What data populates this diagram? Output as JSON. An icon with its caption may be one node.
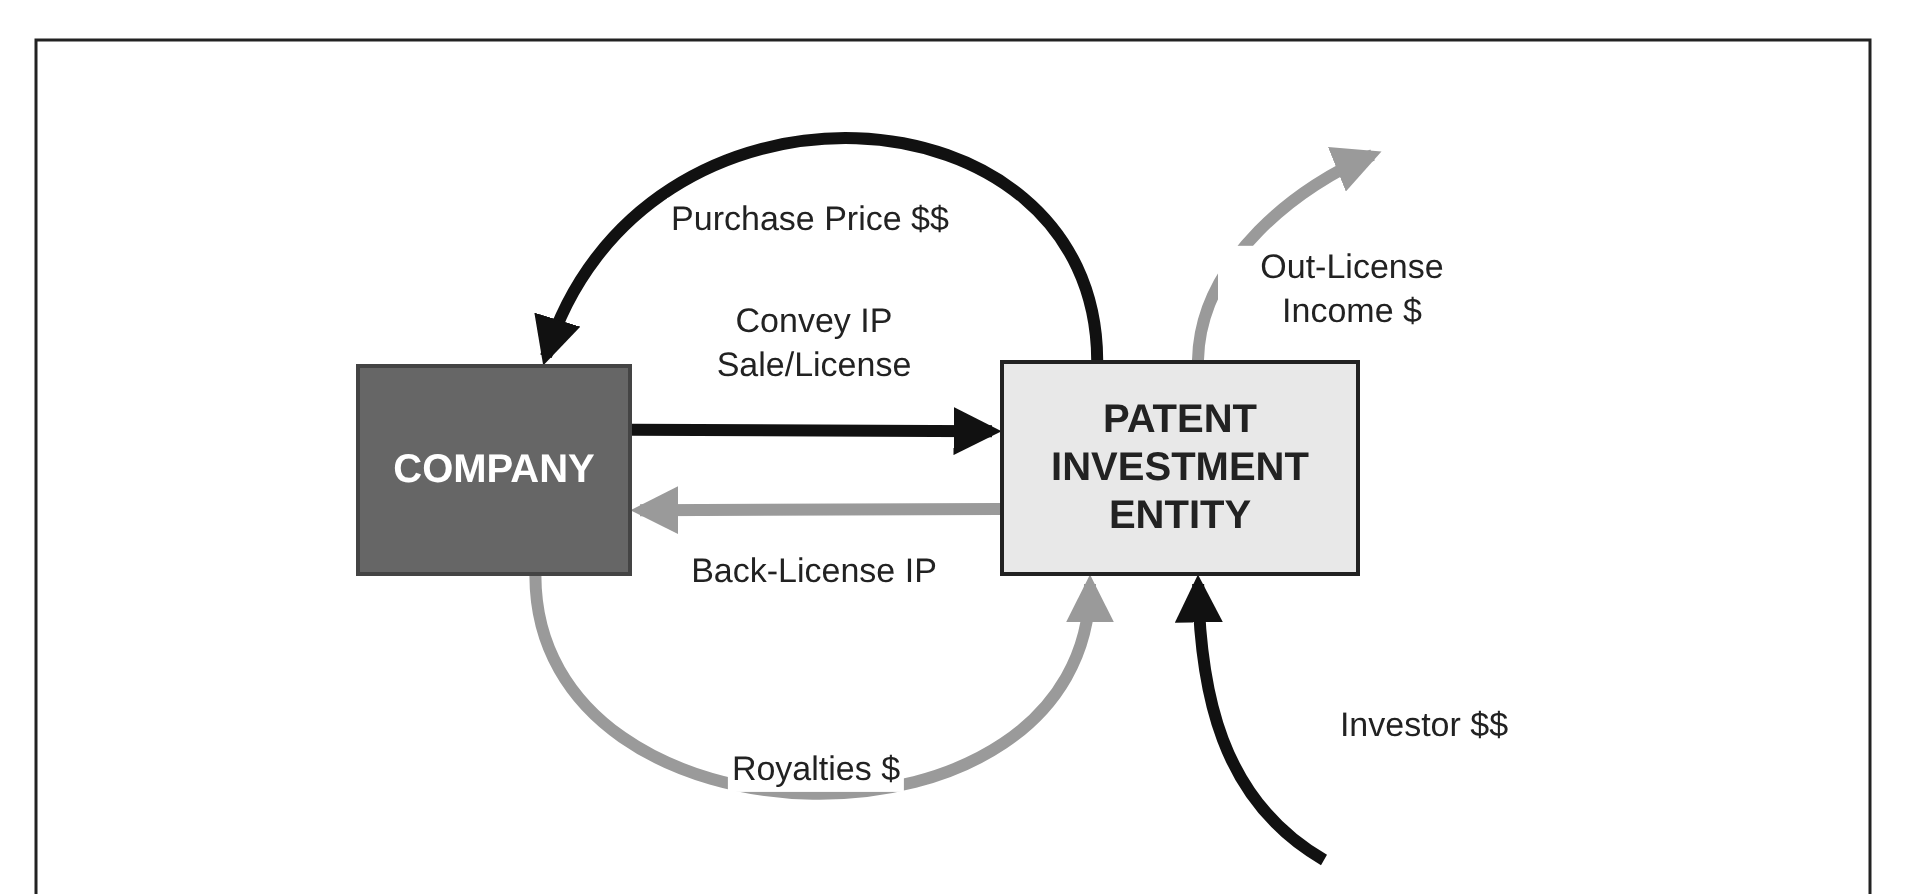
{
  "diagram": {
    "nodes": [
      {
        "text": [
          "COMPANY"
        ]
      },
      {
        "text": [
          "PATENT INVESTMENT ENTITY"
        ]
      }
    ],
    "edges": [
      {
        "from": 1,
        "to": 0,
        "arrow": "to",
        "label": "Purchase Price $$"
      },
      {
        "from": 0,
        "to": 1,
        "arrow": "to",
        "label": "Convey IP Sale/License"
      },
      {
        "from": 1,
        "to": 0,
        "arrow": "to",
        "label": "Back-License IP",
        "color": "#9a9a9a"
      },
      {
        "from": 0,
        "to": 1,
        "arrow": "to",
        "label": "Royalties $",
        "color": "#9a9a9a"
      },
      {
        "from": 1,
        "to": null,
        "arrow": "to",
        "label": "Out-License Income $",
        "color": "#9a9a9a"
      },
      {
        "from": null,
        "to": 1,
        "arrow": "to",
        "label": "Investor $$"
      }
    ]
  }
}
